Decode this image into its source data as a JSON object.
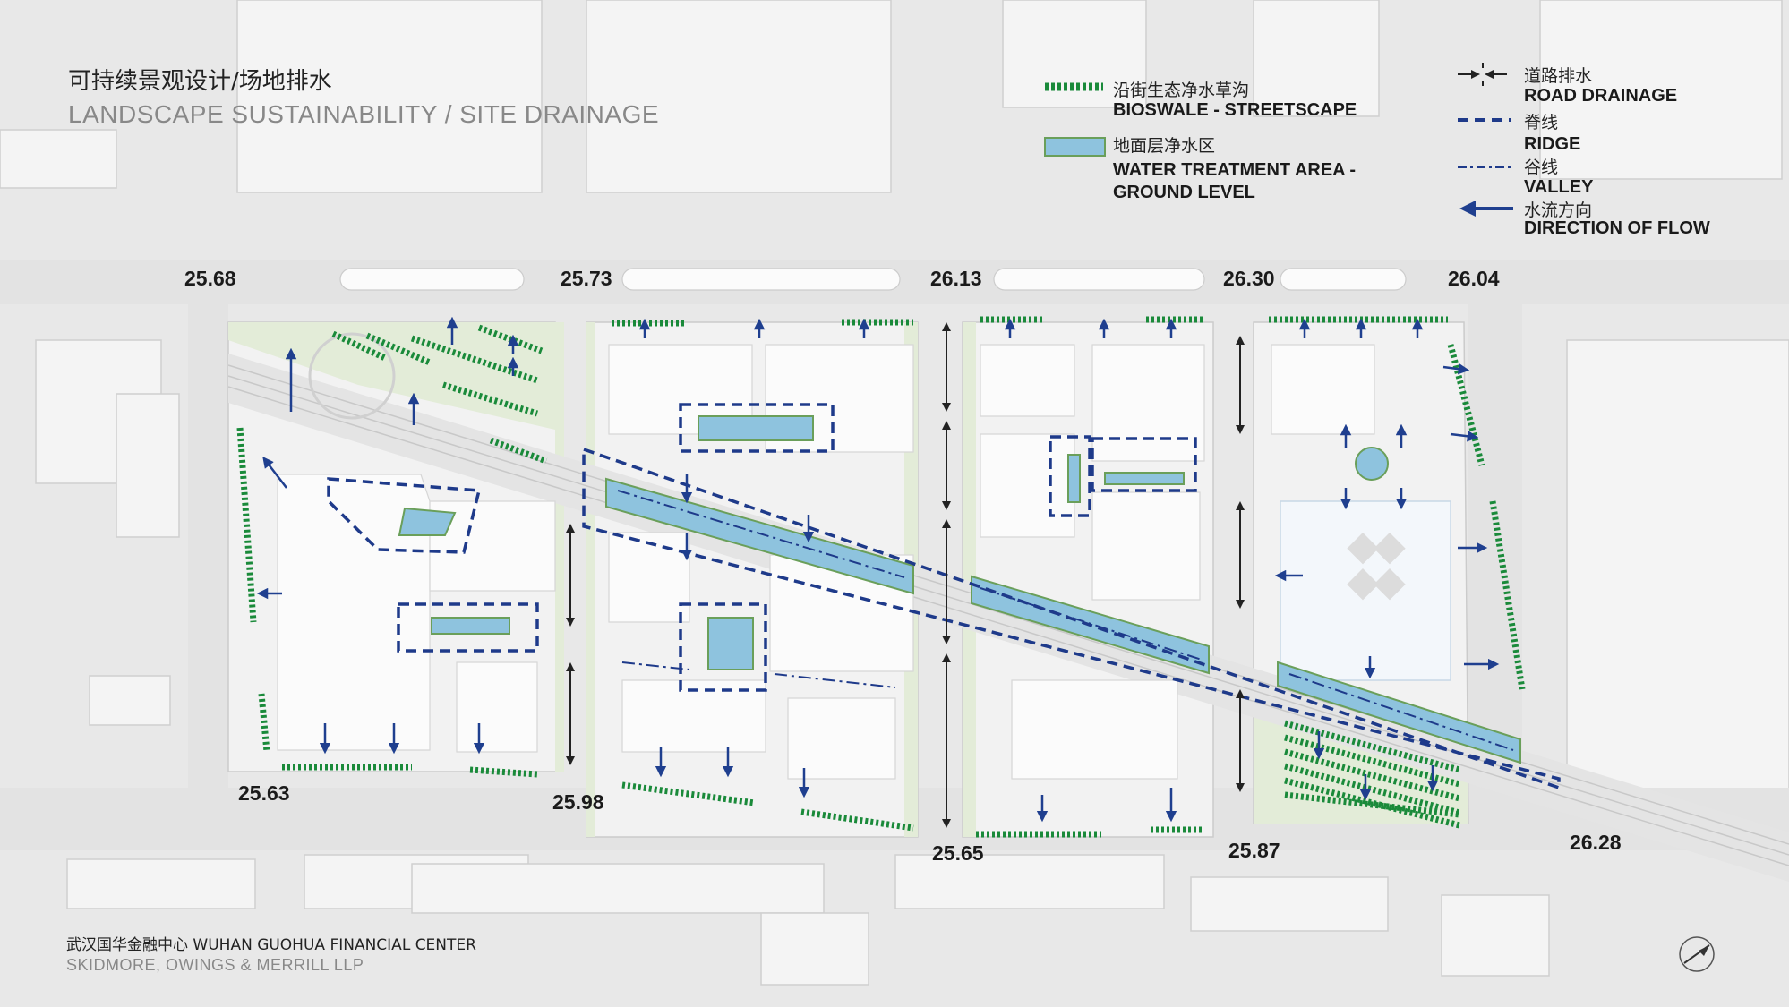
{
  "title": {
    "cn": "可持续景观设计/场地排水",
    "en": "LANDSCAPE SUSTAINABILITY / SITE DRAINAGE"
  },
  "legend": {
    "bioswale": {
      "cn": "沿街生态净水草沟",
      "en": "BIOSWALE - STREETSCAPE"
    },
    "water_treatment": {
      "cn": "地面层净水区",
      "en_line1": "WATER TREATMENT AREA -",
      "en_line2": "GROUND LEVEL"
    },
    "road_drainage": {
      "cn": "道路排水",
      "en": "ROAD DRAINAGE"
    },
    "ridge": {
      "cn": "脊线",
      "en": "RIDGE"
    },
    "valley": {
      "cn": "谷线",
      "en": "VALLEY"
    },
    "flow": {
      "cn": "水流方向",
      "en": "DIRECTION OF FLOW"
    }
  },
  "elevations": {
    "top": [
      "25.68",
      "25.73",
      "26.13",
      "26.30",
      "26.04"
    ],
    "bottom": [
      "25.63",
      "25.98",
      "25.65",
      "25.87",
      "26.28"
    ]
  },
  "footer": {
    "project": "武汉国华金融中心 WUHAN GUOHUA FINANCIAL CENTER",
    "firm": "SKIDMORE, OWINGS & MERRILL LLP"
  },
  "colors": {
    "bioswale_green": "#1a8a3a",
    "water_blue": "#8ec3de",
    "water_border": "#6a9f5a",
    "arrow_navy": "#1f3f8f",
    "ridge_navy": "#1e3a8a",
    "building_white": "#fafafa",
    "street_gray": "#e6e6e6"
  },
  "icons": [
    "north-arrow-icon",
    "road-drainage-icon",
    "flow-arrow-icon"
  ]
}
